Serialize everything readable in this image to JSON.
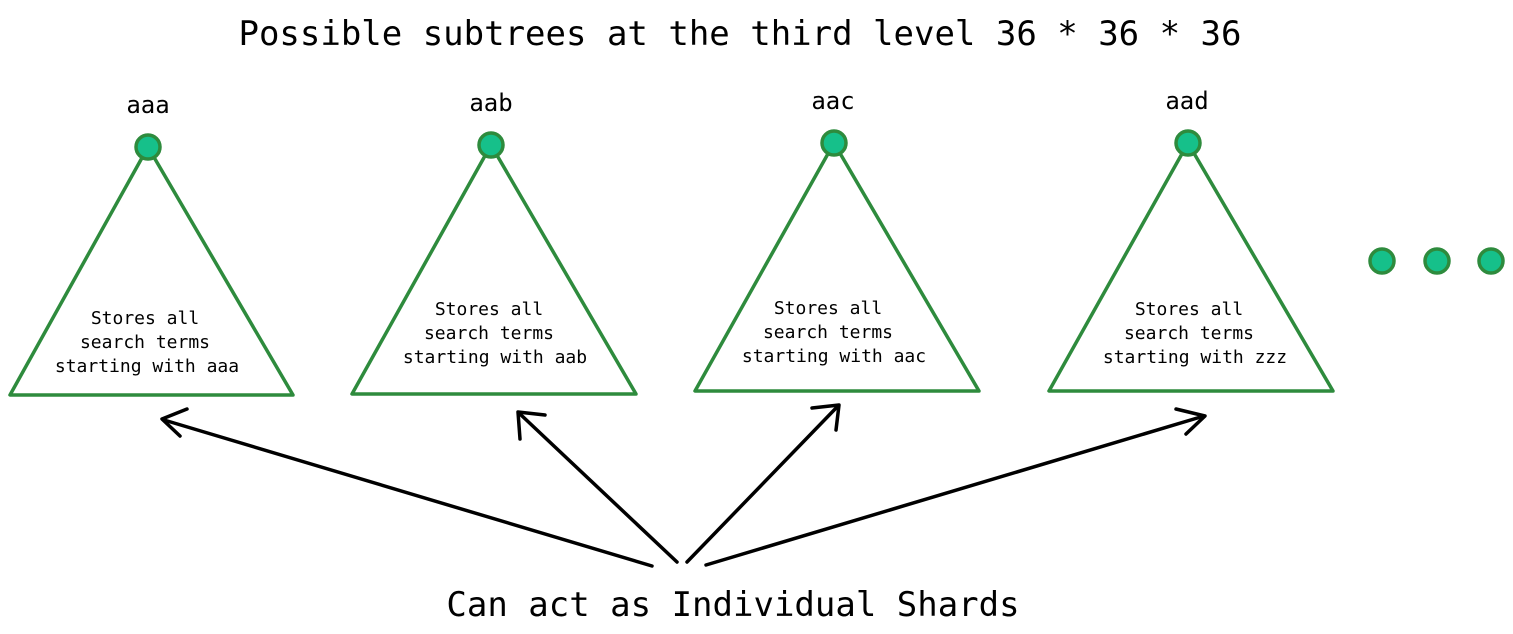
{
  "title": "Possible subtrees at the third level 36 * 36 * 36",
  "subtrees": [
    {
      "label": "aaa",
      "lines": [
        "Stores all",
        "search terms",
        "starting with aaa"
      ]
    },
    {
      "label": "aab",
      "lines": [
        "Stores all",
        "search terms",
        "starting with aab"
      ]
    },
    {
      "label": "aac",
      "lines": [
        "Stores all",
        "search terms",
        "starting with aac"
      ]
    },
    {
      "label": "aad",
      "lines": [
        "Stores all",
        "search terms",
        "starting with zzz"
      ]
    }
  ],
  "caption": "Can act as Individual Shards",
  "colors": {
    "stroke": "#2e8b3d",
    "node_fill": "#16c08a",
    "arrow": "#000000"
  }
}
